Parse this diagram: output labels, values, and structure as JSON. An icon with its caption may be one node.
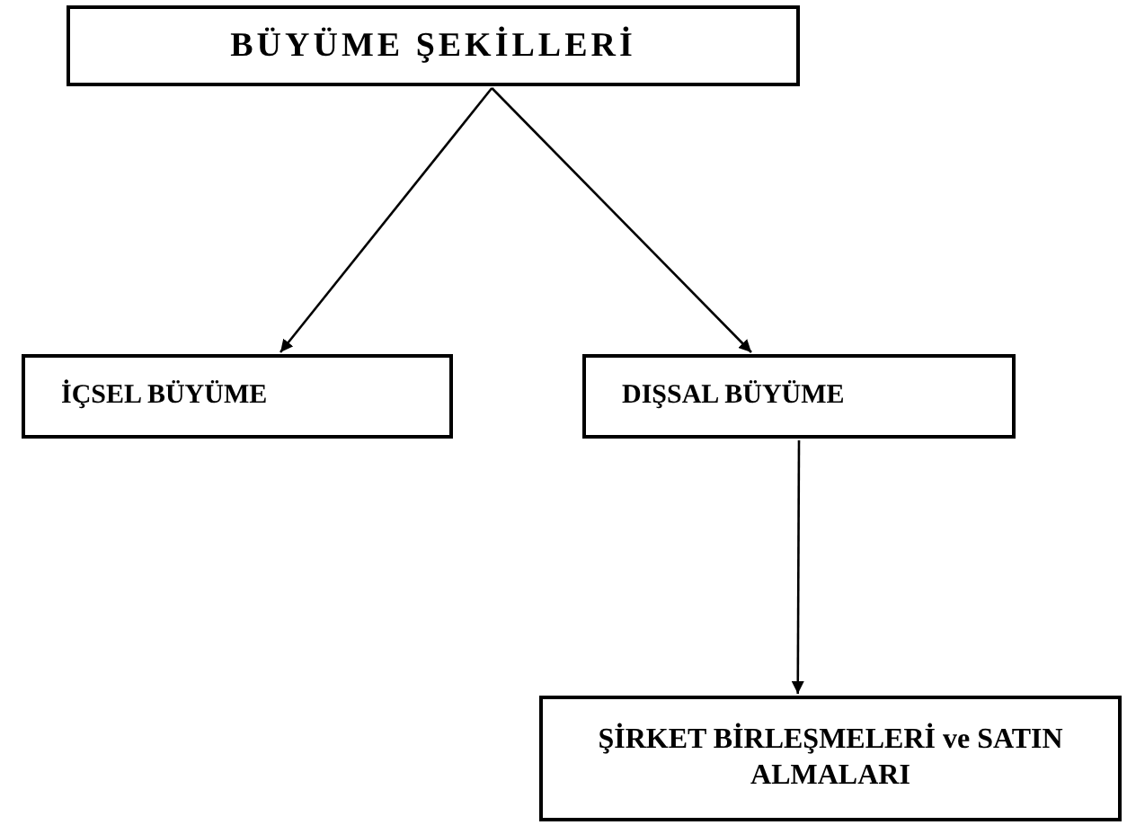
{
  "diagram": {
    "nodes": [
      {
        "text": [
          "BÜYÜME ŞEKİLLERİ"
        ]
      },
      {
        "text": [
          "İÇSEL BÜYÜME"
        ]
      },
      {
        "text": [
          "DIŞSAL BÜYÜME"
        ]
      },
      {
        "text": [
          "ŞİRKET BİRLEŞMELERİ ve SATIN ALMALARI"
        ]
      }
    ],
    "edges": [
      {
        "from": 0,
        "to": 1,
        "arrow": "to"
      },
      {
        "from": 0,
        "to": 2,
        "arrow": "to"
      },
      {
        "from": 2,
        "to": 3,
        "arrow": "to"
      }
    ]
  }
}
